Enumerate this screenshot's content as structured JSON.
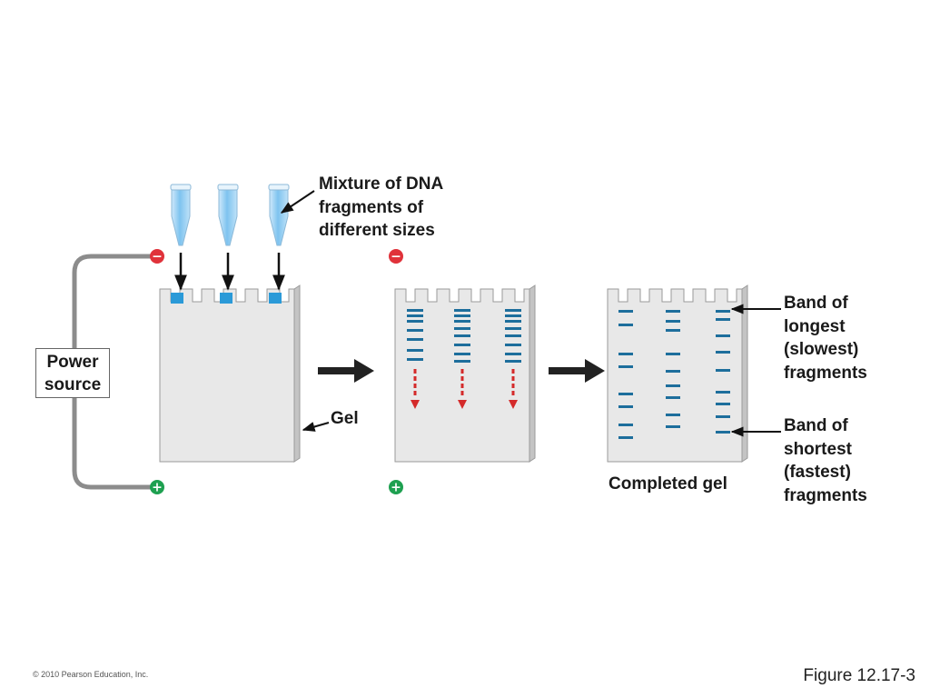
{
  "labels": {
    "mixture": "Mixture of DNA\nfragments of\ndifferent sizes",
    "power_source": "Power\nsource",
    "gel": "Gel",
    "completed_gel": "Completed gel",
    "band_longest": "Band of\nlongest\n(slowest)\nfragments",
    "band_shortest": "Band of\nshortest\n(fastest)\nfragments"
  },
  "electrodes": {
    "negative": "−",
    "positive": "+"
  },
  "footer": {
    "copyright": "© 2010 Pearson Education, Inc.",
    "figure": "Figure 12.17-3"
  },
  "colors": {
    "gel_face": "#e8e8e8",
    "gel_side": "#c4c4c4",
    "band": "#1d6e9c",
    "sample_well": "#2b9ad8",
    "migration_arrow": "#d42a2a",
    "negative_electrode": "#e0323a",
    "positive_electrode": "#1ea050",
    "wire": "#8c8c8c",
    "process_arrow": "#222222"
  },
  "steps": [
    {
      "name": "loading-step",
      "state": "samples in wells"
    },
    {
      "name": "running-step",
      "state": "fragments migrating toward positive electrode"
    },
    {
      "name": "completed-step",
      "state": "bands separated by size"
    }
  ]
}
